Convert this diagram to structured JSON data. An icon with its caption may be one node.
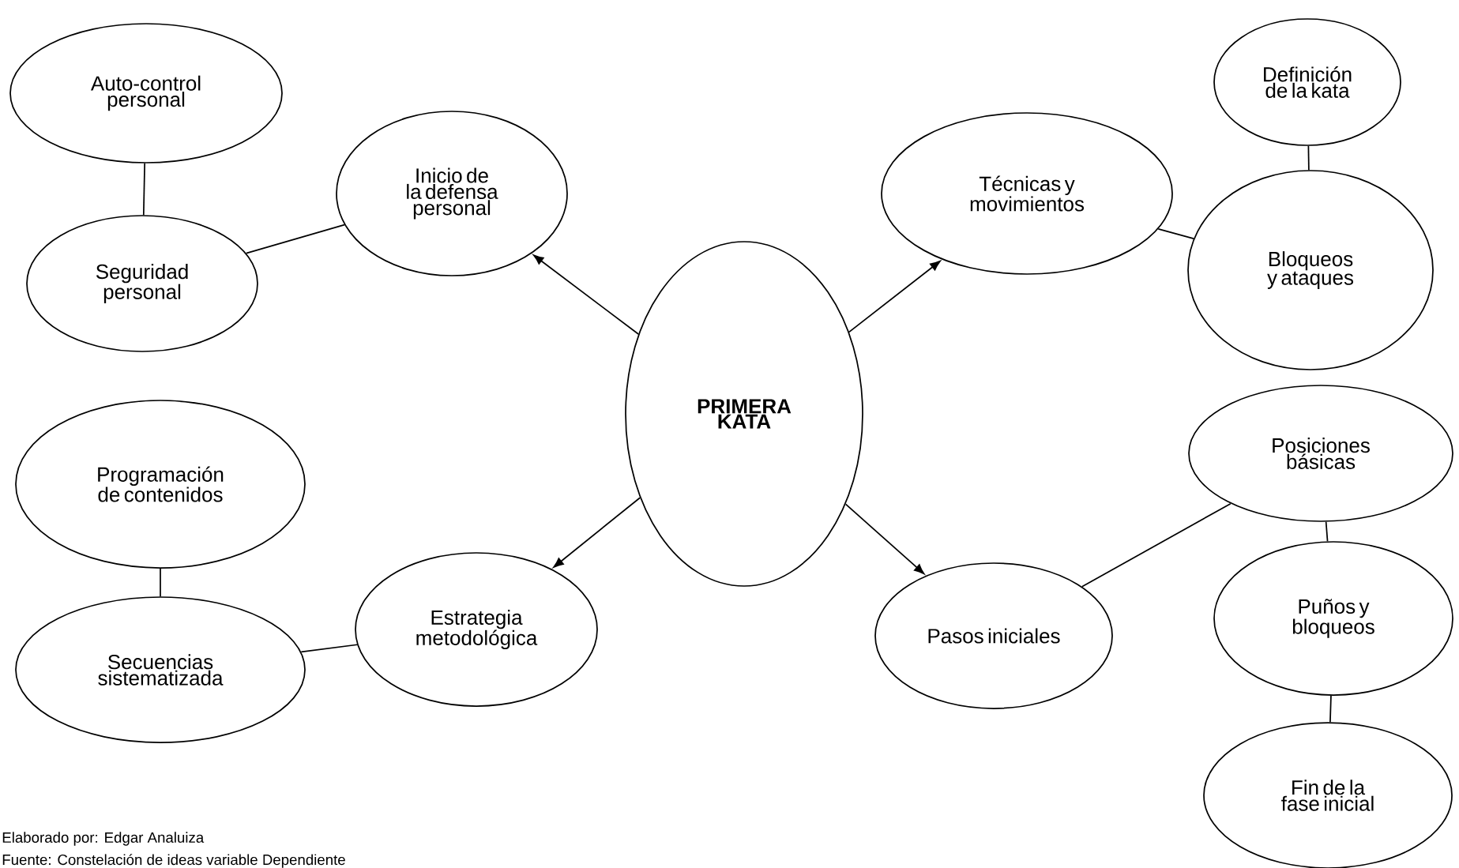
{
  "diagram": {
    "nodes": [
      {
        "text": [
          "PRIMERA KATA"
        ]
      },
      {
        "text": [
          "Inicio de la defensa personal"
        ]
      },
      {
        "text": [
          "Auto-control personal"
        ]
      },
      {
        "text": [
          "Seguridad personal"
        ]
      },
      {
        "text": [
          "Técnicas y movimientos"
        ]
      },
      {
        "text": [
          "Definición de la kata"
        ]
      },
      {
        "text": [
          "Bloqueos y ataques"
        ]
      },
      {
        "text": [
          "Estrategia metodológica"
        ]
      },
      {
        "text": [
          "Programación de contenidos"
        ]
      },
      {
        "text": [
          "Secuencias sistematizada"
        ]
      },
      {
        "text": [
          "Pasos iniciales"
        ]
      },
      {
        "text": [
          "Posiciones básicas"
        ]
      },
      {
        "text": [
          "Puños y bloqueos"
        ]
      },
      {
        "text": [
          "Fin de la fase inicial"
        ]
      }
    ],
    "edges": [
      {
        "from": 0,
        "to": 1,
        "arrow": "to"
      },
      {
        "from": 0,
        "to": 4,
        "arrow": "to"
      },
      {
        "from": 0,
        "to": 7,
        "arrow": "to"
      },
      {
        "from": 0,
        "to": 10,
        "arrow": "to"
      },
      {
        "from": 2,
        "to": 3,
        "arrow": "none"
      },
      {
        "from": 3,
        "to": 1,
        "arrow": "none"
      },
      {
        "from": 5,
        "to": 6,
        "arrow": "none"
      },
      {
        "from": 4,
        "to": 6,
        "arrow": "none"
      },
      {
        "from": 8,
        "to": 9,
        "arrow": "none"
      },
      {
        "from": 9,
        "to": 7,
        "arrow": "none"
      },
      {
        "from": 10,
        "to": 11,
        "arrow": "none"
      },
      {
        "from": 11,
        "to": 12,
        "arrow": "none"
      },
      {
        "from": 12,
        "to": 13,
        "arrow": "none"
      }
    ],
    "labels": [
      "Elaborado por: Edgar Analuiza",
      "Fuente: Constelación de ideas variable Dependiente"
    ]
  }
}
